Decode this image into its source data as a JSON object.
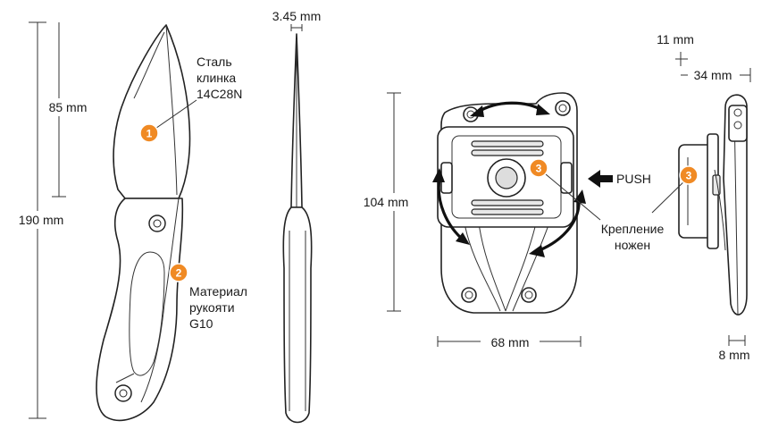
{
  "dimensions": {
    "total_length": "190 mm",
    "blade_length": "85 mm",
    "blade_thickness": "3.45 mm",
    "sheath_height": "104 mm",
    "sheath_width": "68 mm",
    "clip_offset_top": "11 mm",
    "clip_width_top": "34 mm",
    "clip_thickness": "8 mm"
  },
  "callouts": [
    {
      "number": "1",
      "lines": [
        "Сталь",
        "клинка",
        "14C28N"
      ]
    },
    {
      "number": "2",
      "lines": [
        "Материал",
        "рукояти",
        "G10"
      ]
    },
    {
      "number": "3",
      "lines": [
        "Крепление",
        "ножен"
      ]
    }
  ],
  "push_label": "PUSH",
  "colors": {
    "badge": "#f08a24",
    "line": "#222222"
  }
}
